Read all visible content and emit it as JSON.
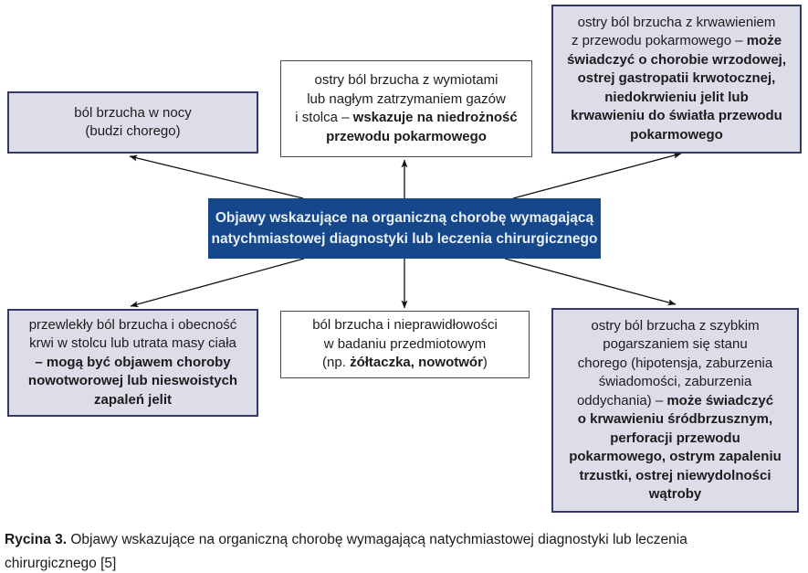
{
  "figure": {
    "center_node": {
      "text": "Objawy wskazujące na organiczną chorobę wymagającą\nnatychmiastowej diagnostyki lub leczenia chirurgicznego"
    },
    "nodes": [
      {
        "position": "top-left",
        "pre": "ból brzucha w nocy\n(budzi chorego)",
        "bold": "",
        "post": ""
      },
      {
        "position": "top-middle",
        "pre": "ostry ból brzucha z wymiotami\nlub nagłym zatrzymaniem gazów\ni stolca – ",
        "bold": "wskazuje na niedrożność\nprzewodu pokarmowego",
        "post": ""
      },
      {
        "position": "top-right",
        "pre": "ostry ból brzucha z krwawieniem\nz przewodu pokarmowego – ",
        "bold": "może\nświadczyć o chorobie wrzodowej,\nostrej gastropatii krwotocznej,\nniedokrwieniu jelit lub\nkrwawieniu do światła przewodu\npokarmowego",
        "post": ""
      },
      {
        "position": "bottom-left",
        "pre": "przewlekły ból brzucha i obecność\nkrwi w stolcu lub utrata masy ciała\n",
        "bold": "– mogą być objawem choroby\nnowotworowej lub nieswoistych\nzapaleń jelit",
        "post": ""
      },
      {
        "position": "bottom-middle",
        "pre": "ból brzucha i nieprawidłowości\nw badaniu przedmiotowym\n(np. ",
        "bold": "żółtaczka, nowotwór",
        "post": ")"
      },
      {
        "position": "bottom-right",
        "pre": "ostry ból brzucha z szybkim\npogarszaniem się stanu\nchorego (hipotensja, zaburzenia\nświadomości, zaburzenia\noddychania) – ",
        "bold": "może świadczyć\no krwawieniu śródbrzusznym,\nperforacji przewodu\npokarmowego, ostrym zapaleniu\ntrzustki, ostrej niewydolności\nwątroby",
        "post": ""
      }
    ]
  },
  "caption": {
    "label": "Rycina 3.",
    "text": " Objawy wskazujące na organiczną chorobę wymagającą natychmiastowej diagnostyki lub leczenia\nchirurgicznego [5]"
  },
  "colors": {
    "navy": "#16478a",
    "node_fill_lavender": "#dcdde9",
    "node_border_navy": "#333a68",
    "node_fill_white": "#ffffff",
    "center_text": "#e8f1fa"
  }
}
